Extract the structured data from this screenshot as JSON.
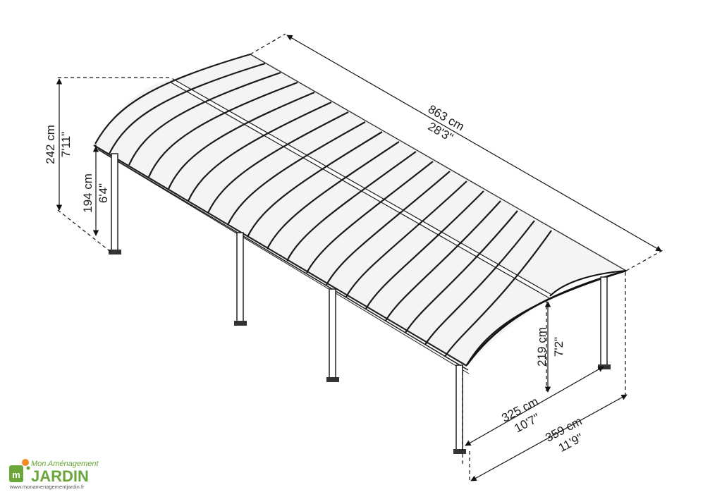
{
  "diagram": {
    "dimensions": {
      "total_height": {
        "metric": "242 cm",
        "imperial": "7'11\""
      },
      "side_height": {
        "metric": "194 cm",
        "imperial": "6'4\""
      },
      "length": {
        "metric": "863 cm",
        "imperial": "28'3\""
      },
      "clearance_height": {
        "metric": "219 cm",
        "imperial": "7'2\""
      },
      "inner_width": {
        "metric": "325 cm",
        "imperial": "10'7\""
      },
      "outer_width": {
        "metric": "359 cm",
        "imperial": "11'9\""
      }
    }
  },
  "logo": {
    "line1": "Mon Aménagement",
    "line2": "JARDIN",
    "line3": "www.monamenagementjardin.fr",
    "colors": {
      "green": "#6aa63a",
      "orange": "#f08a24",
      "gray": "#555555"
    }
  }
}
